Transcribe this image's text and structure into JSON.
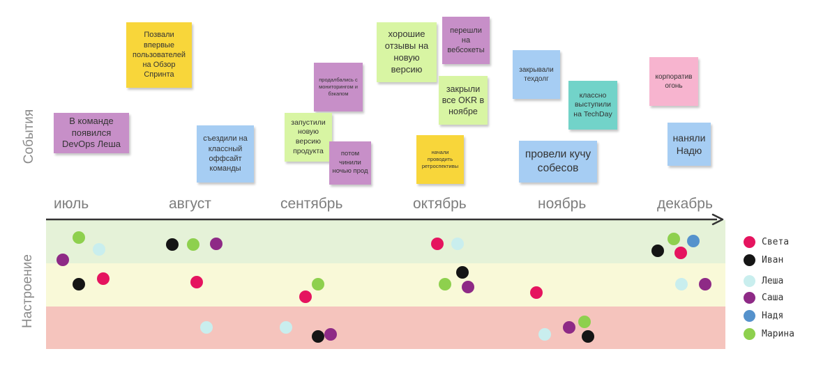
{
  "axis_titles": {
    "events": "События",
    "mood": "Настроение"
  },
  "months": [
    "июль",
    "август",
    "сентябрь",
    "октябрь",
    "ноябрь",
    "декабрь"
  ],
  "colors": {
    "yellow": "#f8d63a",
    "purple": "#c78fc8",
    "blue": "#a6cdf3",
    "green": "#d8f5a3",
    "cyan": "#72d3c9",
    "pink": "#f7b4cf",
    "band_good": "#e5f2d8",
    "band_mid": "#f9f9d8",
    "band_bad": "#f5c4bd",
    "arrow": "#333333"
  },
  "notes": [
    {
      "text": "Позвали впервые пользователей на Обзор Спринта",
      "color": "yellow"
    },
    {
      "text": "В команде появился DevOps Леша",
      "color": "purple"
    },
    {
      "text": "съездили на классный оффсайт команды",
      "color": "blue"
    },
    {
      "text": "продалбались с мониторингом и бэкапом",
      "color": "purple"
    },
    {
      "text": "запустили новую версию продукта",
      "color": "green"
    },
    {
      "text": "потом чинили ночью прод",
      "color": "purple"
    },
    {
      "text": "хорошие отзывы на новую версию",
      "color": "green"
    },
    {
      "text": "перешли на вебсокеты",
      "color": "purple"
    },
    {
      "text": "закрыли все OKR в ноябре",
      "color": "green"
    },
    {
      "text": "начали проводить ретроспективы",
      "color": "yellow"
    },
    {
      "text": "закрывали техдолг",
      "color": "blue"
    },
    {
      "text": "классно выступили на TechDay",
      "color": "cyan"
    },
    {
      "text": "провели кучу собесов",
      "color": "blue"
    },
    {
      "text": "корпоратив огонь",
      "color": "pink"
    },
    {
      "text": "наняли Надю",
      "color": "blue"
    }
  ],
  "people": [
    {
      "name": "Света",
      "color": "#e5145f"
    },
    {
      "name": "Иван",
      "color": "#151515"
    },
    {
      "name": "Леша",
      "color": "#c9eeee"
    },
    {
      "name": "Саша",
      "color": "#8e2a86"
    },
    {
      "name": "Надя",
      "color": "#5592cc"
    },
    {
      "name": "Марина",
      "color": "#8ed04e"
    }
  ],
  "mood_dots": [
    {
      "person": "Марина",
      "month": "июль",
      "mood": "good"
    },
    {
      "person": "Леша",
      "month": "июль",
      "mood": "good"
    },
    {
      "person": "Саша",
      "month": "июль",
      "mood": "good"
    },
    {
      "person": "Иван",
      "month": "июль",
      "mood": "neutral"
    },
    {
      "person": "Света",
      "month": "июль",
      "mood": "neutral"
    },
    {
      "person": "Иван",
      "month": "август",
      "mood": "good"
    },
    {
      "person": "Марина",
      "month": "август",
      "mood": "good"
    },
    {
      "person": "Саша",
      "month": "август",
      "mood": "good"
    },
    {
      "person": "Света",
      "month": "август",
      "mood": "neutral"
    },
    {
      "person": "Леша",
      "month": "август",
      "mood": "bad"
    },
    {
      "person": "Марина",
      "month": "сентябрь",
      "mood": "neutral"
    },
    {
      "person": "Света",
      "month": "сентябрь",
      "mood": "neutral"
    },
    {
      "person": "Леша",
      "month": "сентябрь",
      "mood": "bad"
    },
    {
      "person": "Иван",
      "month": "сентябрь",
      "mood": "bad"
    },
    {
      "person": "Саша",
      "month": "сентябрь",
      "mood": "bad"
    },
    {
      "person": "Света",
      "month": "октябрь",
      "mood": "good"
    },
    {
      "person": "Леша",
      "month": "октябрь",
      "mood": "good"
    },
    {
      "person": "Иван",
      "month": "октябрь",
      "mood": "neutral"
    },
    {
      "person": "Марина",
      "month": "октябрь",
      "mood": "neutral"
    },
    {
      "person": "Саша",
      "month": "октябрь",
      "mood": "neutral"
    },
    {
      "person": "Света",
      "month": "ноябрь",
      "mood": "neutral"
    },
    {
      "person": "Саша",
      "month": "ноябрь",
      "mood": "bad"
    },
    {
      "person": "Марина",
      "month": "ноябрь",
      "mood": "bad"
    },
    {
      "person": "Леша",
      "month": "ноябрь",
      "mood": "bad"
    },
    {
      "person": "Иван",
      "month": "ноябрь",
      "mood": "bad"
    },
    {
      "person": "Марина",
      "month": "декабрь",
      "mood": "good"
    },
    {
      "person": "Надя",
      "month": "декабрь",
      "mood": "good"
    },
    {
      "person": "Иван",
      "month": "декабрь",
      "mood": "good"
    },
    {
      "person": "Света",
      "month": "декабрь",
      "mood": "good"
    },
    {
      "person": "Леша",
      "month": "декабрь",
      "mood": "neutral"
    },
    {
      "person": "Саша",
      "month": "декабрь",
      "mood": "neutral"
    }
  ]
}
